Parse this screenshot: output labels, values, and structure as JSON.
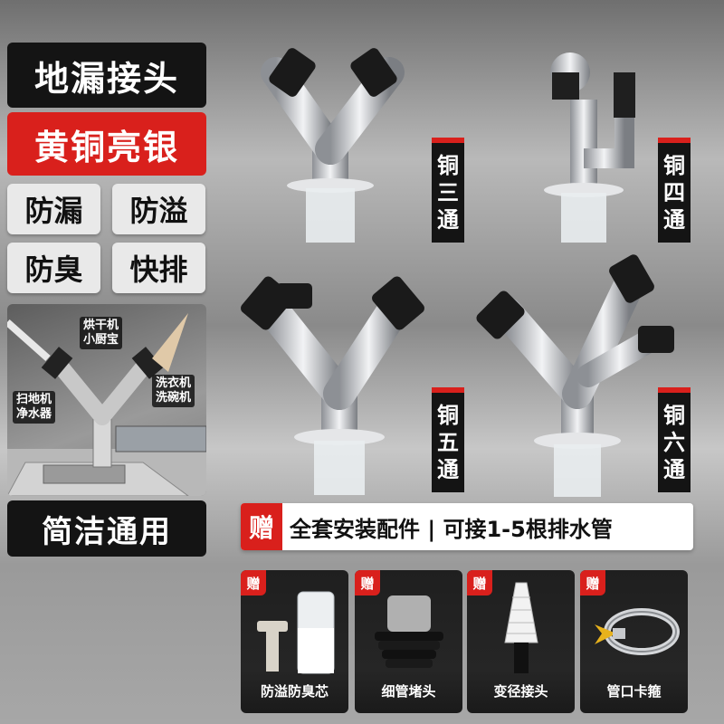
{
  "header": {
    "title": "地漏接头",
    "material": "黄铜亮银"
  },
  "features": [
    "防漏",
    "防溢",
    "防臭",
    "快排"
  ],
  "usage": {
    "tags": [
      "烘干机\n小厨宝",
      "扫地机\n净水器",
      "洗衣机\n洗碗机"
    ]
  },
  "slogan": "简洁通用",
  "variants": [
    {
      "label": "铜\n三\n通"
    },
    {
      "label": "铜\n四\n通"
    },
    {
      "label": "铜\n五\n通"
    },
    {
      "label": "铜\n六\n通"
    }
  ],
  "gift": {
    "badge": "赠",
    "text": "全套安装配件 | 可接1-5根排水管"
  },
  "accessories": [
    {
      "badge": "赠",
      "label": "防溢防臭芯"
    },
    {
      "badge": "赠",
      "label": "细管堵头"
    },
    {
      "badge": "赠",
      "label": "变径接头"
    },
    {
      "badge": "赠",
      "label": "管口卡箍"
    }
  ],
  "colors": {
    "accent_red": "#d9201c",
    "label_black": "#141414",
    "chrome": "#c9ccd0"
  }
}
